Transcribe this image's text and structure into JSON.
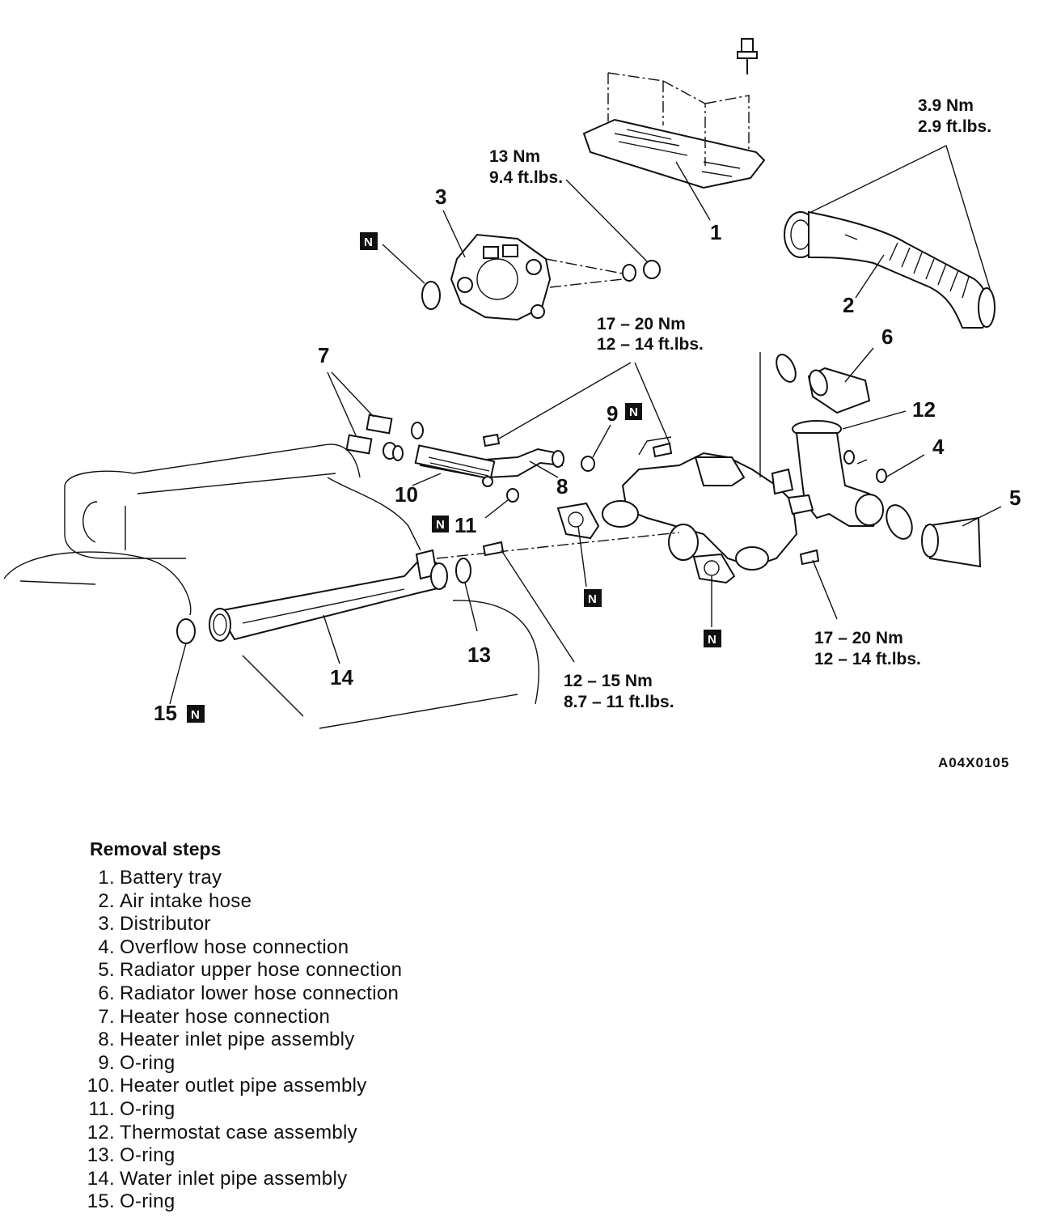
{
  "labels": {
    "p1": "1",
    "p2": "2",
    "p3": "3",
    "p4": "4",
    "p5": "5",
    "p6": "6",
    "p7": "7",
    "p8": "8",
    "p9": "9",
    "p10": "10",
    "p11": "11",
    "p12": "12",
    "p13": "13",
    "p14": "14",
    "p15": "15"
  },
  "new_part_mark": "N",
  "torque_specs": {
    "t_air_hose": [
      "3.9 Nm",
      "2.9 ft.lbs."
    ],
    "t_distributor": [
      "13 Nm",
      "9.4 ft.lbs."
    ],
    "t_heater_pipe": [
      "17 – 20 Nm",
      "12 – 14 ft.lbs."
    ],
    "t_water_inlet": [
      "12 – 15 Nm",
      "8.7 – 11 ft.lbs."
    ],
    "t_thermostat": [
      "17 – 20 Nm",
      "12 – 14 ft.lbs."
    ]
  },
  "figure_code": "A04X0105",
  "removal_steps": {
    "title": "Removal steps",
    "items": [
      {
        "n": "1.",
        "text": "Battery tray"
      },
      {
        "n": "2.",
        "text": "Air intake hose"
      },
      {
        "n": "3.",
        "text": "Distributor"
      },
      {
        "n": "4.",
        "text": "Overflow hose connection"
      },
      {
        "n": "5.",
        "text": "Radiator upper hose connection"
      },
      {
        "n": "6.",
        "text": "Radiator lower hose connection"
      },
      {
        "n": "7.",
        "text": "Heater hose connection"
      },
      {
        "n": "8.",
        "text": "Heater inlet pipe assembly"
      },
      {
        "n": "9.",
        "text": "O-ring"
      },
      {
        "n": "10.",
        "text": "Heater outlet pipe assembly"
      },
      {
        "n": "11.",
        "text": "O-ring"
      },
      {
        "n": "12.",
        "text": "Thermostat case assembly"
      },
      {
        "n": "13.",
        "text": "O-ring"
      },
      {
        "n": "14.",
        "text": "Water inlet pipe assembly"
      },
      {
        "n": "15.",
        "text": "O-ring"
      }
    ]
  }
}
